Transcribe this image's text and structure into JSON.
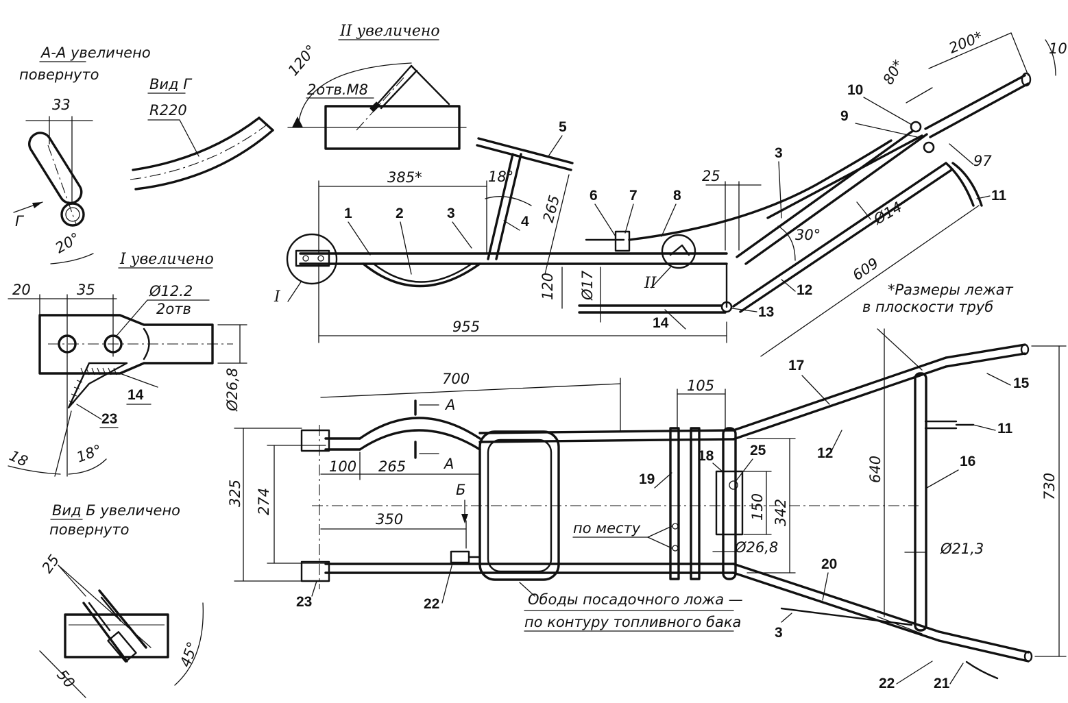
{
  "views": {
    "section_aa": {
      "title": "А-А увеличено",
      "subtitle": "повернуто",
      "dim_width": "33",
      "angle": "20°",
      "view_arrow": "Г"
    },
    "view_g": {
      "title": "Вид Г",
      "radius": "R220"
    },
    "detail_ii": {
      "title": "II увеличено",
      "angle": "120°",
      "holes": "2отв.М8"
    },
    "detail_i": {
      "title": "I увеличено",
      "dim_left": "20",
      "dim_mid": "35",
      "hole_dia": "Ø12.2",
      "hole_count": "2отв",
      "tube_dia": "Ø26,8",
      "dim_bottom": "18",
      "angle": "18°"
    },
    "view_b": {
      "title": "Вид Б увеличено",
      "subtitle": "повернуто",
      "dim_top": "25",
      "dim_bottom": "50",
      "angle": "45°"
    }
  },
  "side_view": {
    "dims": {
      "len_385": "385*",
      "angle_18": "18°",
      "len_265": "265",
      "gap_25": "25",
      "angle_30": "30°",
      "dia_14": "Ø14",
      "dim_97": "97",
      "dim_80": "80*",
      "dim_200": "200*",
      "angle_10": "10°",
      "len_609": "609",
      "height_120": "120",
      "dia_17": "Ø17",
      "len_955": "955"
    },
    "parts": [
      "1",
      "2",
      "3",
      "4",
      "5",
      "6",
      "7",
      "8",
      "9",
      "10",
      "11",
      "12",
      "13",
      "14"
    ],
    "parts_extra": {
      "p3b": "3"
    },
    "detail_refs": {
      "ref_i": "I",
      "ref_ii": "II"
    },
    "note_line1": "*Размеры лежат",
    "note_line2": "в плоскости труб"
  },
  "plan_view": {
    "dims": {
      "len_700": "700",
      "cut_a": "А",
      "len_100": "100",
      "len_265": "265",
      "len_350": "350",
      "arrow_b": "Б",
      "width_105": "105",
      "height_325": "325",
      "height_274": "274",
      "height_150": "150",
      "height_342": "342",
      "dia_268": "Ø26,8",
      "height_640": "640",
      "dia_213": "Ø21,3",
      "height_730": "730"
    },
    "parts": {
      "p15": "15",
      "p11": "11",
      "p12": "12",
      "p16": "16",
      "p17": "17",
      "p18": "18",
      "p19": "19",
      "p25": "25",
      "p20": "20",
      "p3": "3",
      "p22a": "22",
      "p22b": "22",
      "p21": "21",
      "p23": "23"
    },
    "note_place": "по месту",
    "note_seat_1": "Ободы посадочного ложа —",
    "note_seat_2": "по контуру топливного бака"
  }
}
